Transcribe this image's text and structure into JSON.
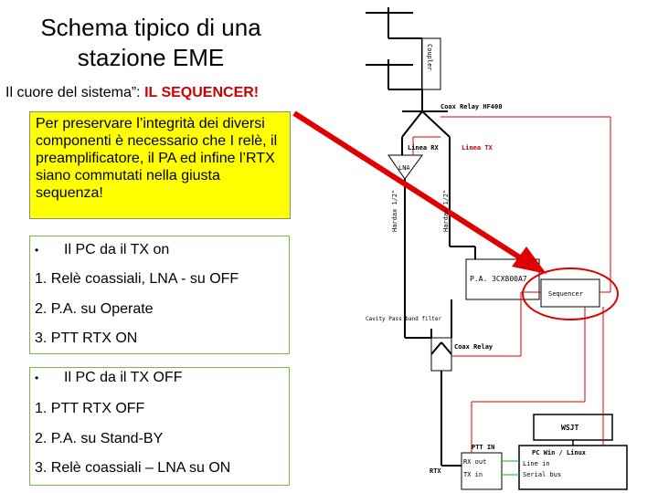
{
  "title": "Schema tipico di una stazione EME",
  "subtitle": {
    "prefix": "Il cuore del sistema”: ",
    "highlight": "IL SEQUENCER!"
  },
  "note": "Per preservare l’integrità dei diversi componenti è necessario che I relè, il preamplificatore, il PA ed infine l’RTX siano commutati nella giusta sequenza!",
  "on_sequence": {
    "bullet": "Il PC da il TX on",
    "steps": [
      "1.  Relè coassiali, LNA - su OFF",
      "2.  P.A. su Operate",
      "3.  PTT RTX ON"
    ]
  },
  "off_sequence": {
    "bullet": "Il PC da il TX OFF",
    "steps": [
      "1.  PTT RTX OFF",
      "2.  P.A. su Stand-BY",
      "3.  Relè coassiali – LNA su ON"
    ]
  },
  "diagram_labels": {
    "coupler": "Coupler",
    "relay_top": "Coax Relay HF400",
    "linea_rx": "Linea RX",
    "linea_tx": "Linea TX",
    "lna": "LNA",
    "cable_left": "Hardax 1/2\"",
    "cable_right": "Hardax 1/2\"",
    "pa": "P.A. 3CX800A7",
    "sequencer": "Sequencer",
    "cavity": "Cavity Pass band filter",
    "relay_bottom": "Coax Relay",
    "wsjt": "WSJT",
    "ptt_in": "PTT IN",
    "rtx": "RTX",
    "pc": "PC Win / Linux",
    "line_in": "Line in",
    "serial": "Serial bus",
    "rx_out": "RX out",
    "tx_in": "TX in"
  },
  "colors": {
    "highlight": "#cc0000",
    "note_bg": "#ffff00",
    "box_border": "#77bb44",
    "arrow": "#e00000"
  }
}
